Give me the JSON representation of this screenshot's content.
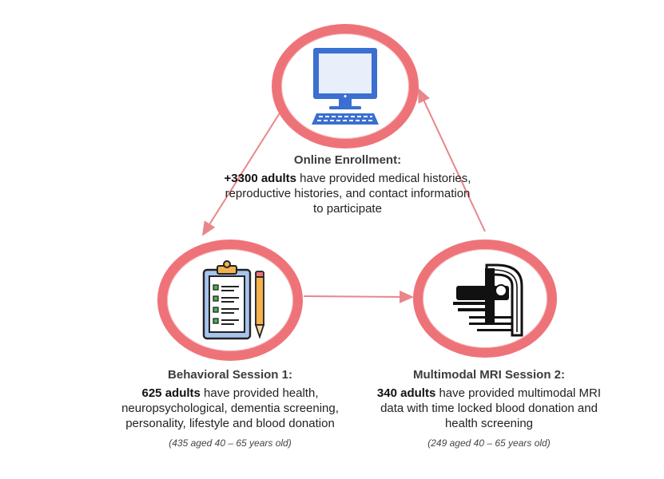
{
  "nodes": {
    "online": {
      "icon": "computer-icon",
      "title": "Online Enrollment:",
      "count": "+3300 adults",
      "text": " have provided medical histories, reproductive histories, and contact information to participate"
    },
    "behavioral": {
      "icon": "clipboard-icon",
      "title": "Behavioral Session 1:",
      "count": "625 adults",
      "text": " have provided health, neuropsychological, dementia screening, personality, lifestyle and blood donation",
      "note": "(435 aged 40 – 65 years old)"
    },
    "mri": {
      "icon": "mri-scanner-icon",
      "title": "Multimodal MRI Session 2:",
      "count": "340 adults",
      "text": " have provided multimodal MRI data with time locked blood donation and health screening",
      "note": "(249 aged 40 – 65 years old)"
    }
  },
  "colors": {
    "ring": "#ee7379",
    "arrow": "#e9868b",
    "icon_blue": "#3b6fd0"
  }
}
